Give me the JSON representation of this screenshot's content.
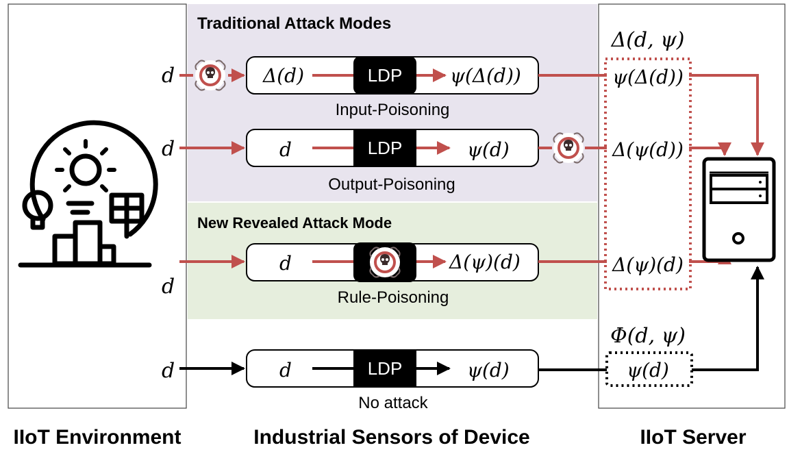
{
  "panels": {
    "environment": {
      "label": "IIoT Environment"
    },
    "device": {
      "label": "Industrial Sensors of Device"
    },
    "server": {
      "label": "IIoT Server"
    }
  },
  "sections": {
    "traditional": {
      "title": "Traditional Attack Modes"
    },
    "revealed": {
      "title": "New Revealed Attack Mode"
    }
  },
  "inputs": {
    "d1": "d",
    "d2": "d",
    "d3": "d",
    "d4": "d"
  },
  "rows": {
    "input_poisoning": {
      "caption": "Input-Poisoning",
      "left": "Δ(d)",
      "ldp": "LDP",
      "right": "ψ(Δ(d))"
    },
    "output_poisoning": {
      "caption": "Output-Poisoning",
      "left": "d",
      "ldp": "LDP",
      "right": "ψ(d)"
    },
    "rule_poisoning": {
      "caption": "Rule-Poisoning",
      "left": "d",
      "right": "Δ(ψ)(d)"
    },
    "no_attack": {
      "caption": "No attack",
      "left": "d",
      "ldp": "LDP",
      "right": "ψ(d)"
    }
  },
  "server": {
    "attacked_group_label": "Δ(d, ψ)",
    "attacked_values": [
      "ψ(Δ(d))",
      "Δ(ψ(d))",
      "Δ(ψ)(d)"
    ],
    "clean_group_label": "Φ(d, ψ)",
    "clean_value": "ψ(d)"
  },
  "colors": {
    "attack_arrow": "#c0504d",
    "normal_arrow": "#000000",
    "traditional_bg": "#e8e4ee",
    "revealed_bg": "#e6eedd",
    "ldp_box": "#000000"
  },
  "icons": {
    "environment": "iiot-environment-icon",
    "virus": "skull-virus-icon",
    "server": "server-icon"
  }
}
